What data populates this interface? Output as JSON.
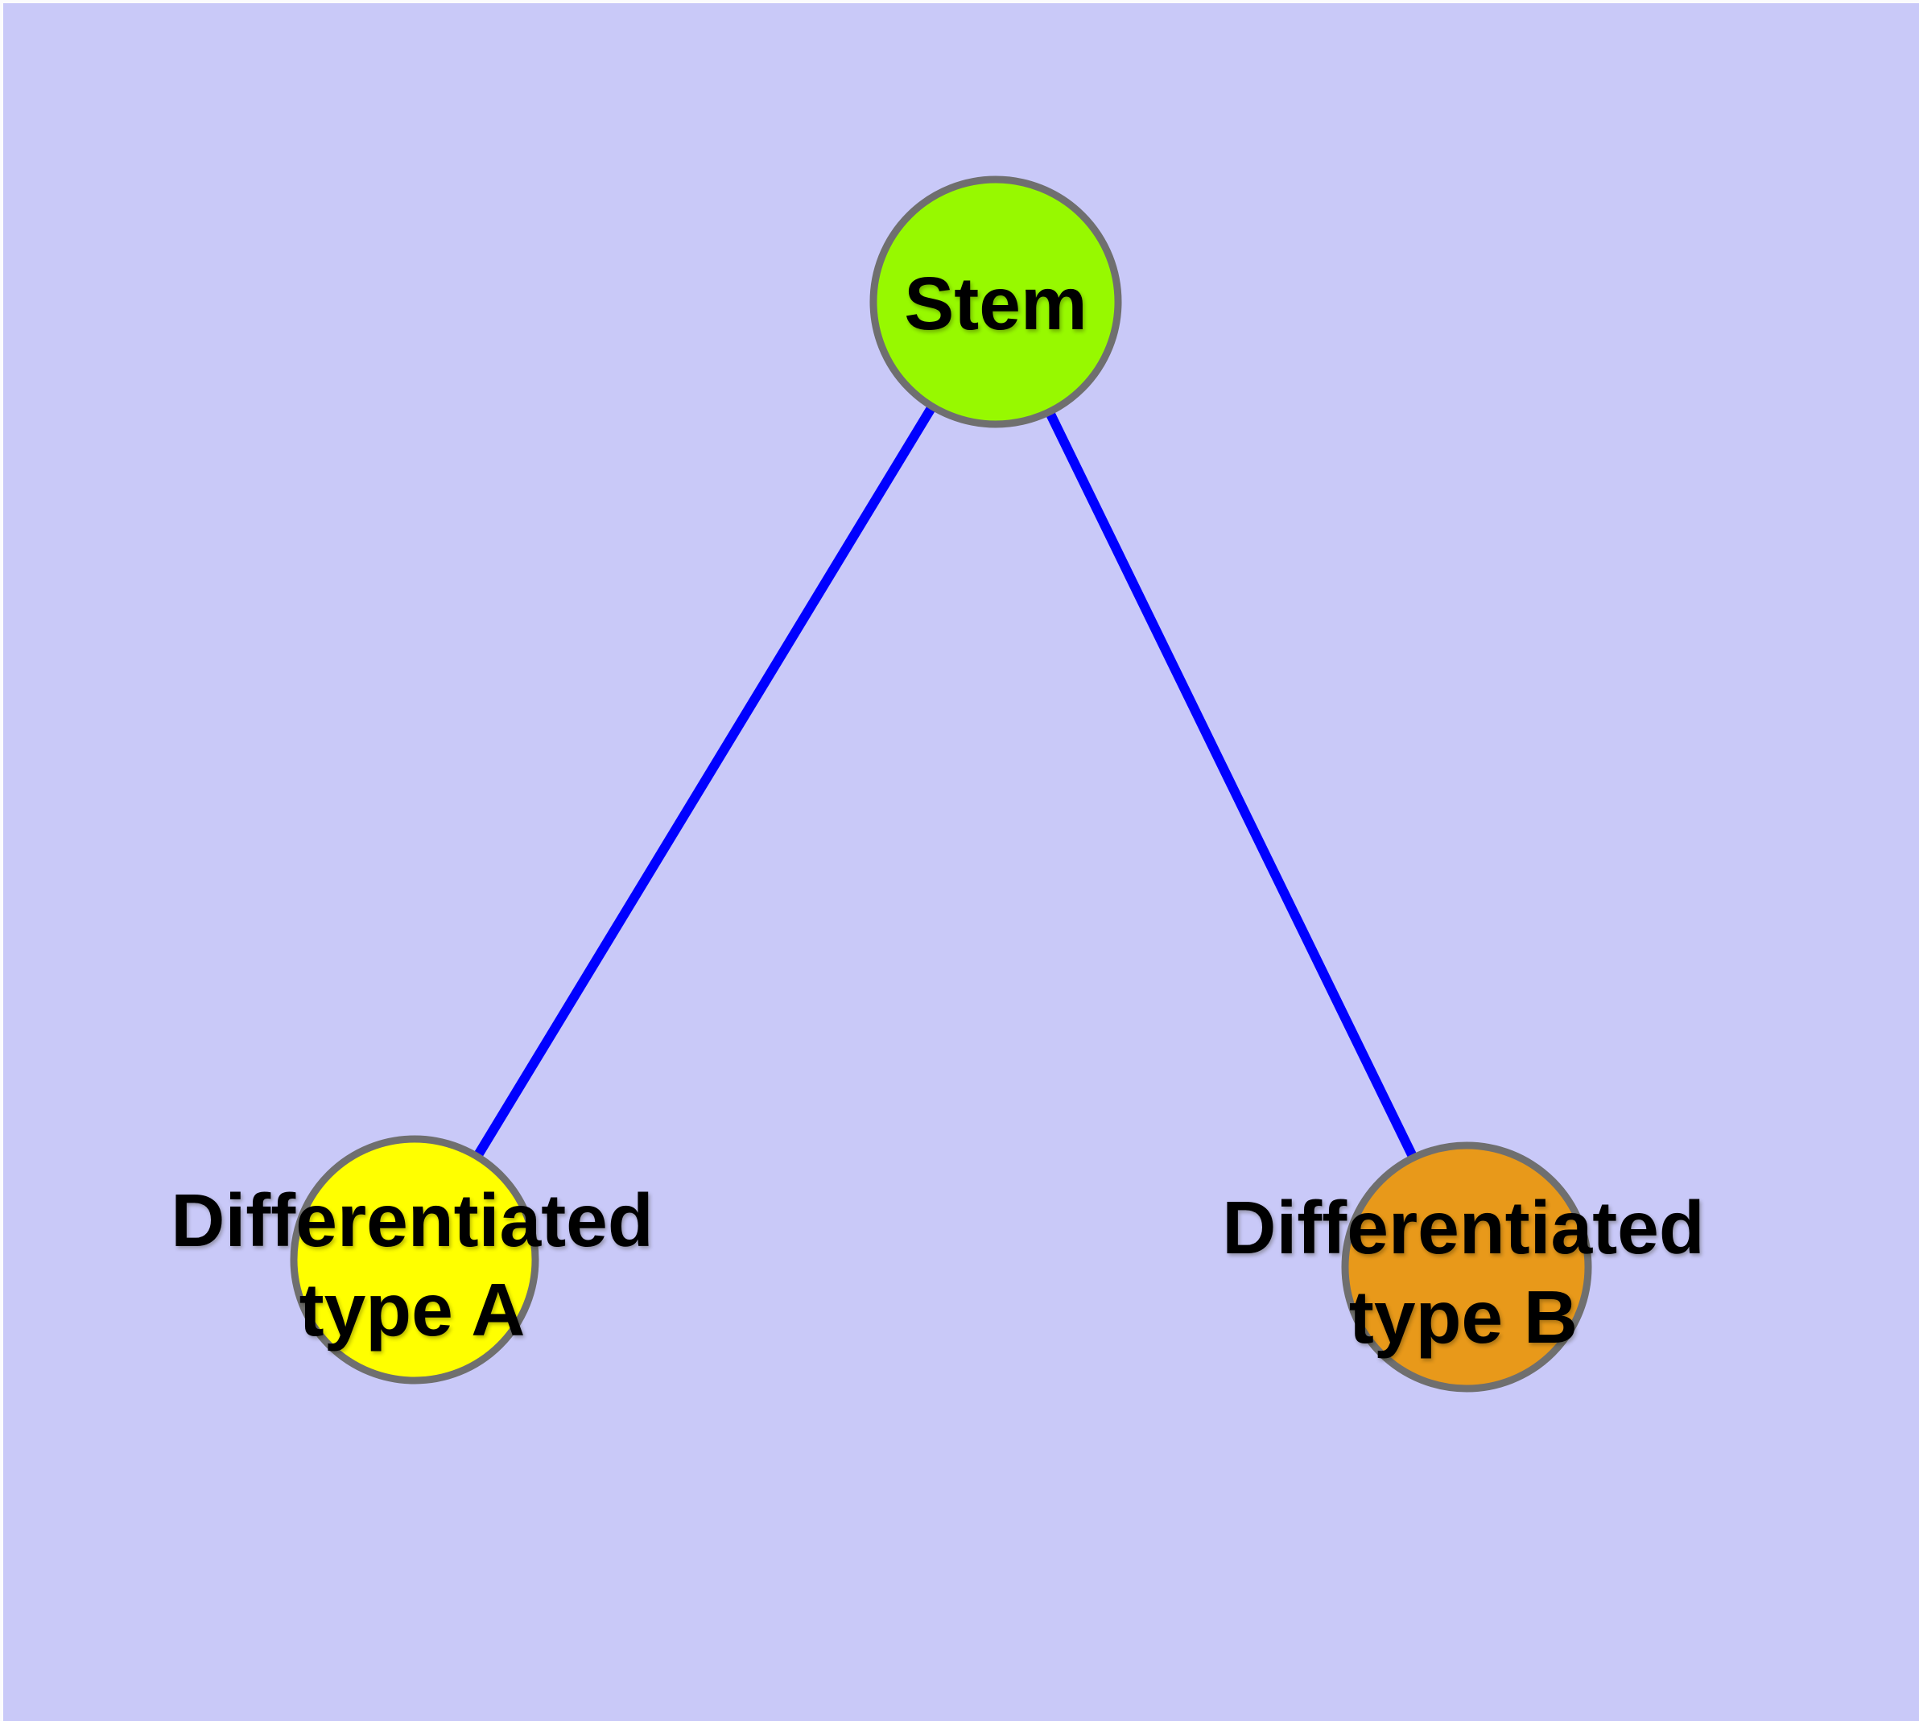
{
  "diagram": {
    "background_color": "#C9C9F8",
    "node_border_color": "#6F6F6F",
    "edge_color": "#0000FF",
    "text_color": "#000000",
    "nodes": [
      {
        "id": "stem",
        "label": "Stem",
        "lines": [
          "Stem"
        ],
        "fill": "#97F900"
      },
      {
        "id": "differentiated-type-a",
        "label": "Differentiated type A",
        "lines": [
          "Differentiated",
          "type A"
        ],
        "fill": "#FFFF00"
      },
      {
        "id": "differentiated-type-b",
        "label": "Differentiated type B",
        "lines": [
          "Differentiated",
          "type B"
        ],
        "fill": "#E8991A"
      }
    ],
    "edges": [
      {
        "from": "stem",
        "to": "differentiated-type-a"
      },
      {
        "from": "stem",
        "to": "differentiated-type-b"
      }
    ]
  }
}
